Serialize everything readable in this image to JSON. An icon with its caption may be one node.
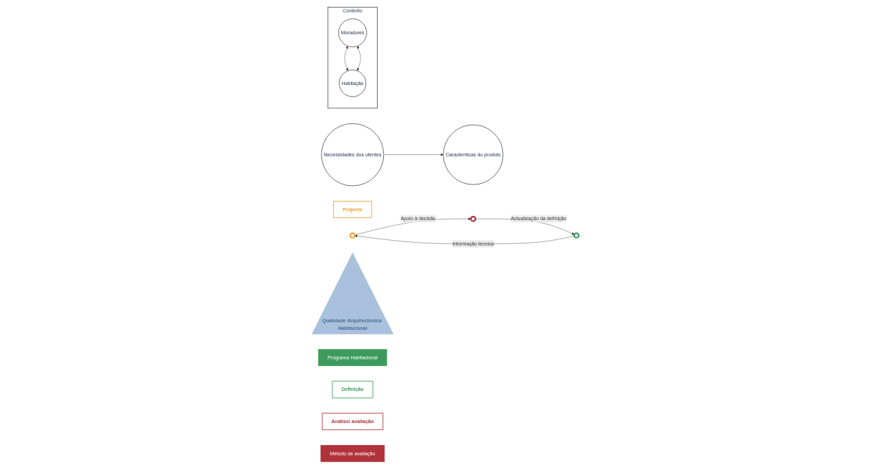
{
  "diagram": {
    "nodes": [
      {
        "text": [
          "Necessidades dos utentes"
        ]
      },
      {
        "text": [
          "Caracteríticas do produto"
        ]
      },
      {
        "text": [
          "Contexto"
        ]
      },
      {
        "text": [
          "Moradores"
        ],
        "in": 2
      },
      {
        "text": [
          "Habitação"
        ],
        "in": 2
      },
      {
        "text": [
          "Projecto"
        ]
      },
      {
        "text": [],
        "shape": "circle"
      },
      {
        "text": [
          "Qualidade Arquitectónica Habitacional"
        ]
      },
      {
        "text": [
          "Programa Habitacional"
        ]
      },
      {
        "text": [
          "Definição"
        ]
      },
      {
        "text": [],
        "shape": "circle"
      },
      {
        "text": [],
        "shape": "circle"
      },
      {
        "text": [
          "Análise/ avaliação"
        ]
      },
      {
        "text": [
          "Método de avaliação"
        ]
      }
    ],
    "edges": [
      {
        "from": 0,
        "to": 1,
        "arrow": "to"
      },
      {
        "from": 3,
        "to": 4,
        "arrow": "both"
      },
      {
        "from": 4,
        "to": 3,
        "arrow": "both"
      },
      {
        "from": 10,
        "to": 6,
        "arrow": "to",
        "label": "Informação técnica"
      },
      {
        "from": 6,
        "to": 11,
        "arrow": "to",
        "label": "Apoio à decisão"
      },
      {
        "from": 11,
        "to": 10,
        "arrow": "to",
        "label": "Actualização da definição"
      }
    ]
  }
}
